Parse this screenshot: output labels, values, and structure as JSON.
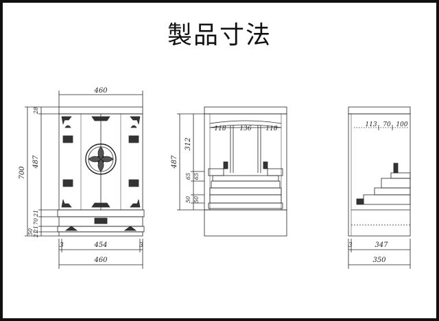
{
  "title": "製品寸法",
  "front_view": {
    "top_width": "460",
    "height_total": "700",
    "height_parts": [
      "28",
      "487",
      "21",
      "70",
      "21",
      "50",
      "21"
    ],
    "side_offsets": [
      "3",
      "3"
    ],
    "inner_width": "454",
    "bottom_width": "460"
  },
  "interior_view": {
    "height": "487",
    "upper_height": "312",
    "lower_heights": [
      "65",
      "65",
      "50",
      "50"
    ],
    "widths": [
      "118",
      "136",
      "118"
    ]
  },
  "side_view": {
    "widths": [
      "113",
      "70",
      "100"
    ],
    "offset": "3",
    "inner_depth": "347",
    "total_depth": "350"
  },
  "colors": {
    "line": "#222222",
    "frame": "#111111",
    "background": "#ffffff"
  },
  "icons": [
    "floral-crest-icon",
    "corner-ornament-icon"
  ]
}
